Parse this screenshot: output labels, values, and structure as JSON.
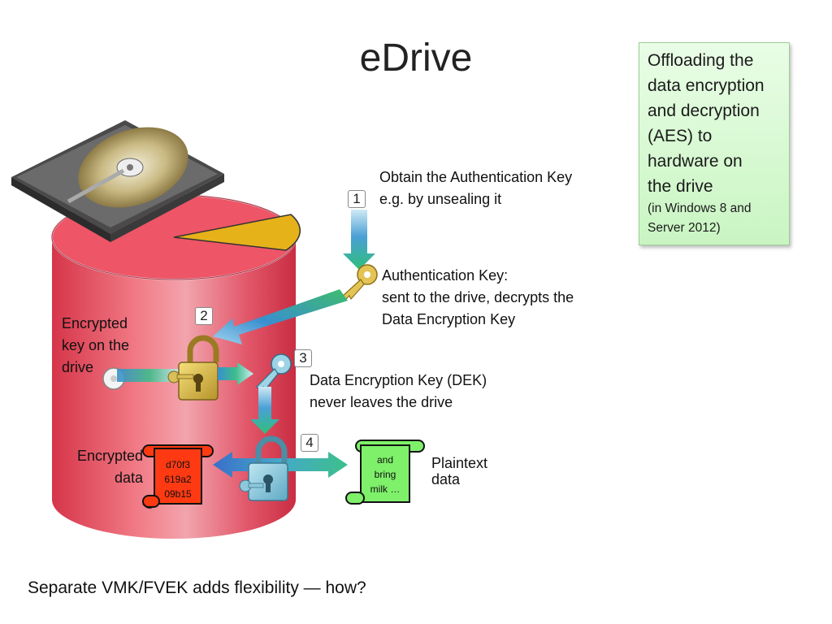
{
  "title": "eDrive",
  "callout": {
    "main": "Offloading the\ndata encryption\nand decryption\n(AES) to\nhardware on\nthe drive",
    "sub": "(in Windows 8 and\nServer 2012)"
  },
  "steps": [
    "1",
    "2",
    "3",
    "4"
  ],
  "labels": {
    "obtain_key": "Obtain the Authentication Key\ne.g. by unsealing it",
    "auth_key": "Authentication Key:\nsent to the drive, decrypts the\nData Encryption Key",
    "encrypted_key": "Encrypted\nkey on the\ndrive",
    "dek": "Data Encryption Key (DEK)\n never leaves the drive",
    "encrypted_data": "Encrypted\ndata",
    "plaintext": "Plaintext\ndata"
  },
  "scrolls": {
    "cipher": "d70f3\n619a2\n09b15",
    "plain": "and\nbring\nmilk …"
  },
  "footer": "Separate VMK/FVEK adds flexibility — how?",
  "colors": {
    "cylinder": "#e8505f",
    "pie_slice": "#e6b21a",
    "callout_bg": "#c9f5c2",
    "cipher_scroll": "#ff3a12",
    "plain_scroll": "#7ef06a",
    "arrow_green": "#3fbf8a",
    "arrow_blue": "#3a72c8"
  },
  "icons": [
    "hard-drive-icon",
    "key-icon",
    "padlock-icon",
    "scroll-icon"
  ]
}
